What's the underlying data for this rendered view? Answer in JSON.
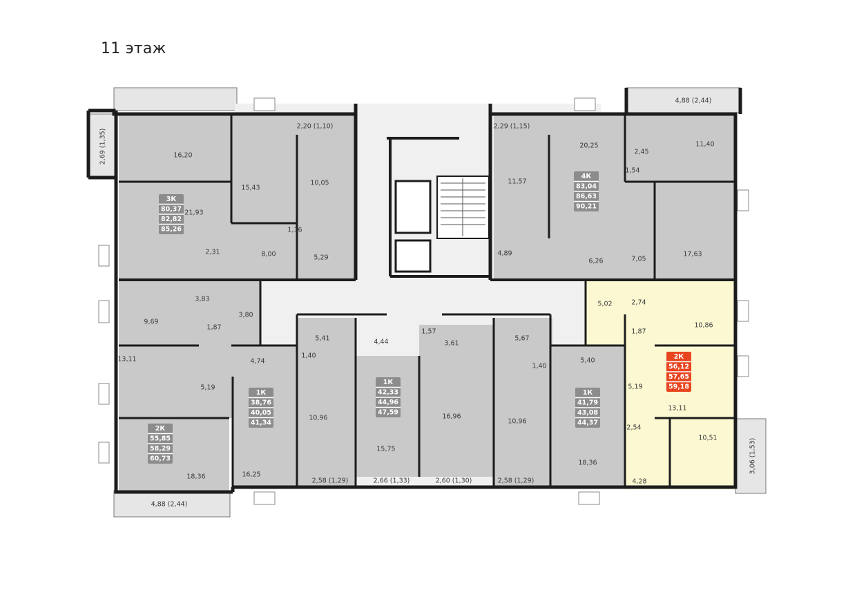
{
  "floor_title": "11 этаж",
  "colors": {
    "room": "#c9c9c9",
    "corridor": "#f0f0f0",
    "wall": "#1c1c1c",
    "highlight": "#fbf8d2",
    "badge": "#8c8c8c",
    "badge_active": "#e8441f",
    "balcony": "#e6e6e6"
  },
  "apartments": [
    {
      "id": "apt-3k",
      "type": "3К",
      "areas": [
        "80,37",
        "82,82",
        "85,26"
      ],
      "active": false
    },
    {
      "id": "apt-4k",
      "type": "4К",
      "areas": [
        "83,04",
        "86,63",
        "90,21"
      ],
      "active": false
    },
    {
      "id": "apt-2k-left",
      "type": "2К",
      "areas": [
        "55,85",
        "58,29",
        "60,73"
      ],
      "active": false
    },
    {
      "id": "apt-1k-a",
      "type": "1К",
      "areas": [
        "38,76",
        "40,05",
        "41,34"
      ],
      "active": false
    },
    {
      "id": "apt-1k-b",
      "type": "1К",
      "areas": [
        "42,33",
        "44,96",
        "47,59"
      ],
      "active": false
    },
    {
      "id": "apt-1k-c",
      "type": "1К",
      "areas": [
        "41,79",
        "43,08",
        "44,37"
      ],
      "active": false
    },
    {
      "id": "apt-2k-right",
      "type": "2К",
      "areas": [
        "56,12",
        "57,65",
        "59,18"
      ],
      "active": true
    }
  ],
  "room_labels": [
    "2,69 (1,35)",
    "16,20",
    "21,93",
    "15,43",
    "2,20 (1,10)",
    "10,05",
    "1,16",
    "8,00",
    "5,29",
    "2,31",
    "3,83",
    "9,69",
    "1,87",
    "3,80",
    "13,11",
    "5,19",
    "18,36",
    "4,88 (2,44)",
    "4,74",
    "16,25",
    "5,41",
    "1,40",
    "10,96",
    "2,58 (1,29)",
    "4,44",
    "1,57",
    "3,61",
    "15,75",
    "16,96",
    "2,66 (1,33)",
    "2,60 (1,30)",
    "5,67",
    "1,40",
    "10,96",
    "2,58 (1,29)",
    "5,40",
    "18,36",
    "2,29 (1,15)",
    "11,57",
    "20,25",
    "4,89",
    "6,26",
    "4,88 (2,44)",
    "2,45",
    "11,40",
    "1,54",
    "7,05",
    "17,63",
    "5,02",
    "2,74",
    "10,86",
    "1,87",
    "5,19",
    "13,11",
    "2,54",
    "10,51",
    "4,28",
    "3,06 (1,53)"
  ]
}
